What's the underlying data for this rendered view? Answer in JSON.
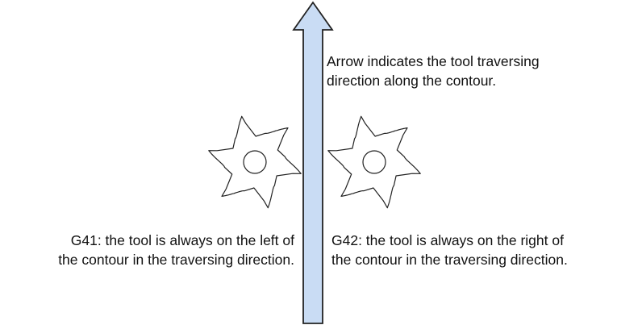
{
  "diagram": {
    "arrow_note": {
      "line1": "Arrow indicates the tool traversing",
      "line2": "direction along the contour."
    },
    "g41": {
      "line1": "G41: the tool is always on the left of",
      "line2": "the contour in the traversing direction."
    },
    "g42": {
      "line1": "G42: the tool is always on the right of",
      "line2": "the contour in the traversing direction."
    },
    "colors": {
      "arrow_fill": "#c9dcf4",
      "outline": "#222222",
      "text": "#111111"
    },
    "icons": [
      "arrow-up",
      "milling-cutter-left",
      "milling-cutter-right"
    ]
  }
}
